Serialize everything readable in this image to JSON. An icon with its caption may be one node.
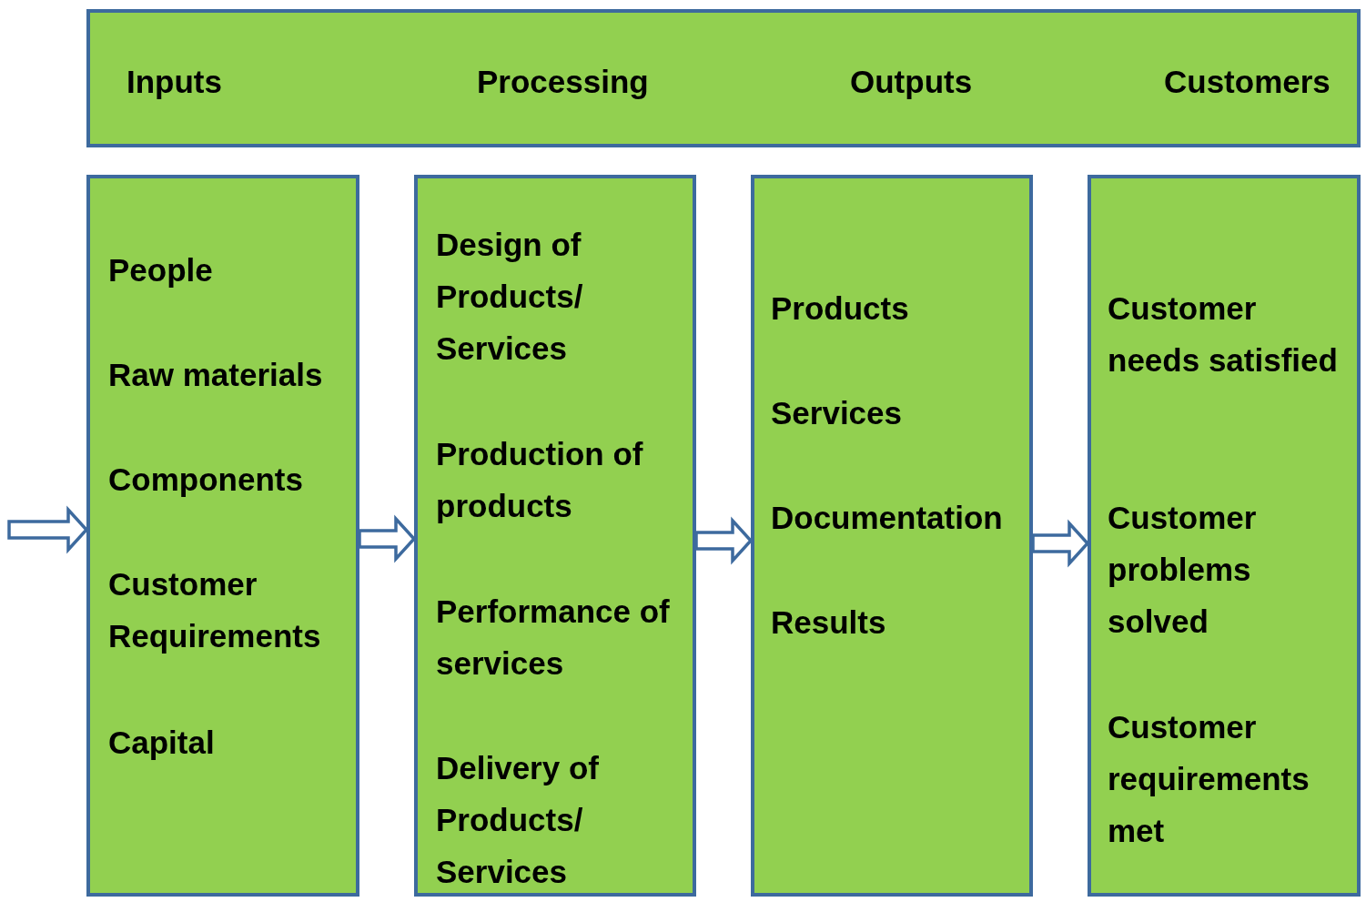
{
  "diagram": {
    "nodes": [
      {
        "text": [
          "Inputs",
          "Processing",
          "Outputs",
          "Customers"
        ]
      },
      {
        "text": [
          "People",
          "Raw materials",
          "Components",
          "Customer Requirements",
          "Capital"
        ]
      },
      {
        "text": [
          "Design of Products/ Services",
          "Production of products",
          "Performance of services",
          "Delivery of Products/ Services"
        ]
      },
      {
        "text": [
          "Products",
          "Services",
          "Documentation",
          "Results"
        ]
      },
      {
        "text": [
          "Customer needs satisfied",
          "Customer problems solved",
          "Customer requirements met"
        ]
      }
    ],
    "edges": [
      {
        "from": null,
        "to": 1,
        "arrow": "to"
      },
      {
        "from": 1,
        "to": 2,
        "arrow": "to"
      },
      {
        "from": 2,
        "to": 3,
        "arrow": "to"
      },
      {
        "from": 3,
        "to": 4,
        "arrow": "to"
      }
    ]
  }
}
